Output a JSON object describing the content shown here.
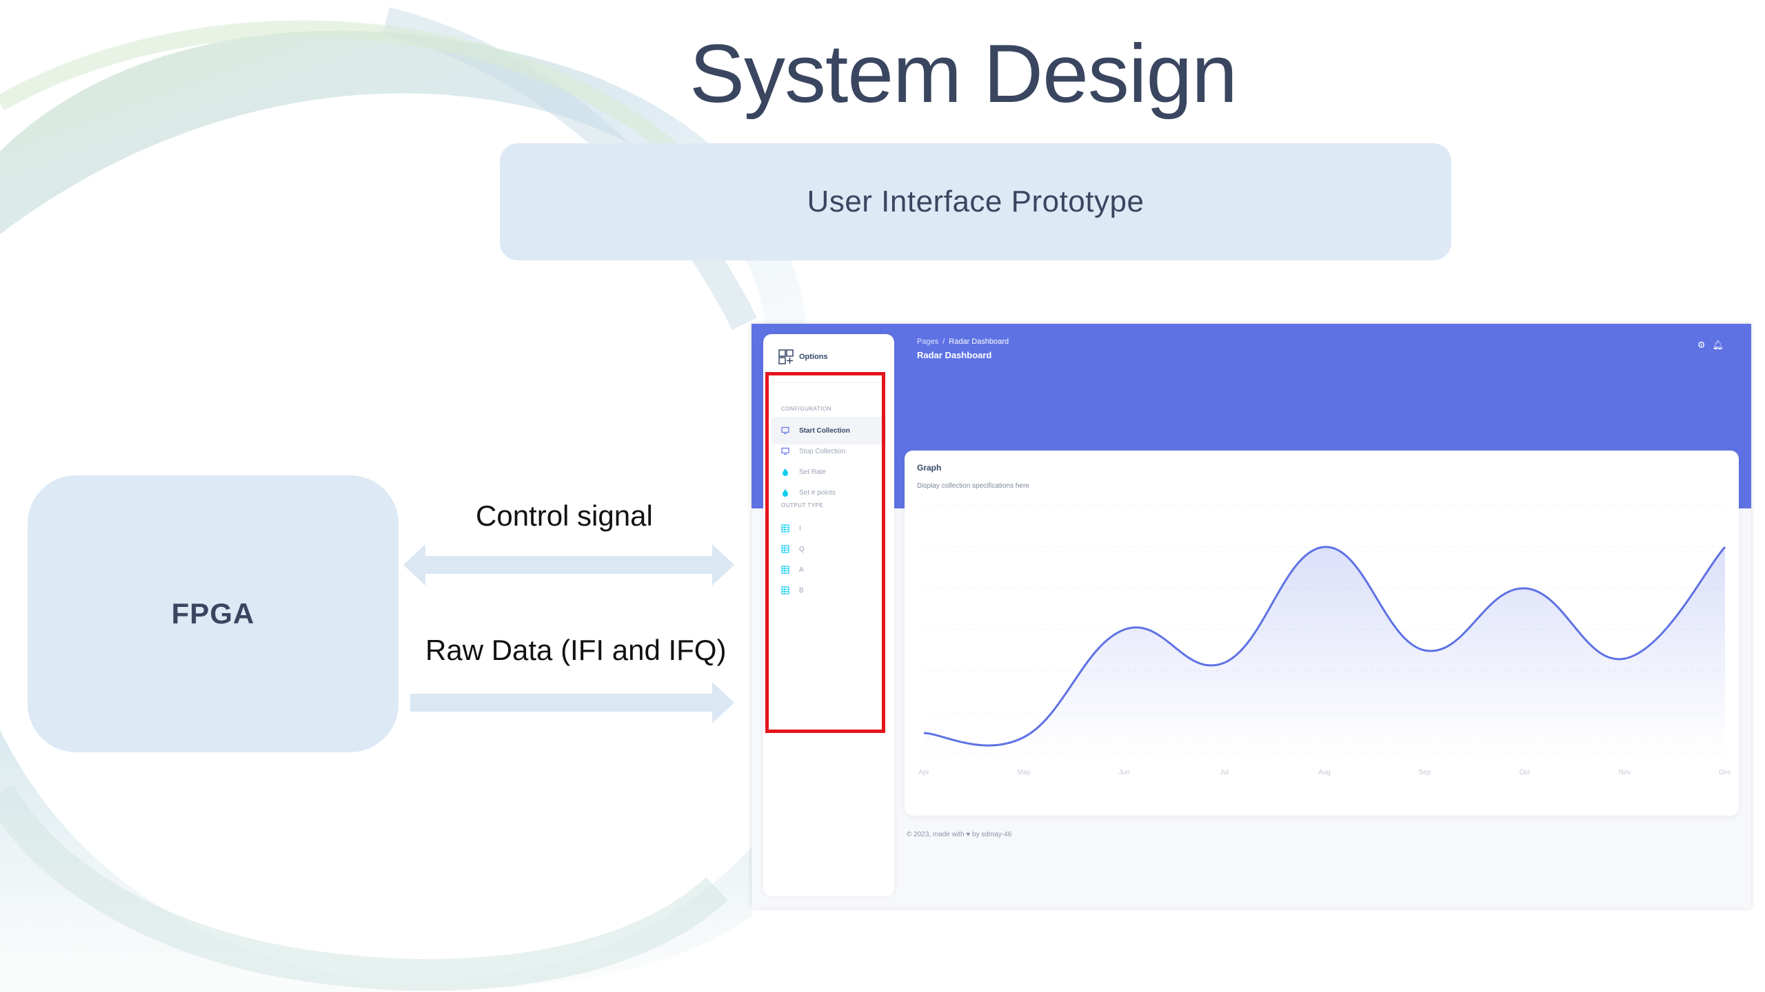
{
  "slide": {
    "title": "System Design",
    "subtitle": "User Interface Prototype",
    "fpga_label": "FPGA",
    "control_label": "Control signal",
    "raw_label": "Raw Data (IFI and IFQ)"
  },
  "dashboard": {
    "breadcrumb": {
      "parent": "Pages",
      "separator": "/",
      "current": "Radar Dashboard"
    },
    "title": "Radar Dashboard",
    "header_icons": [
      "gear-icon",
      "bell-icon"
    ],
    "sidebar": {
      "brand_icon": "grid-icon",
      "brand_label": "Options",
      "config_header": "CONFIGURATION",
      "config_items": [
        {
          "label": "Start Collection",
          "icon": "monitor-icon",
          "active": true
        },
        {
          "label": "Stop Collection",
          "icon": "monitor-icon",
          "active": false
        },
        {
          "label": "Set Rate",
          "icon": "drop-icon",
          "active": false
        },
        {
          "label": "Set # points",
          "icon": "drop-icon",
          "active": false
        }
      ],
      "output_header": "OUTPUT TYPE",
      "output_items": [
        {
          "label": "I",
          "icon": "table-icon"
        },
        {
          "label": "Q",
          "icon": "table-icon"
        },
        {
          "label": "A",
          "icon": "table-icon"
        },
        {
          "label": "B",
          "icon": "table-icon"
        }
      ]
    },
    "card": {
      "title": "Graph",
      "description": "Display collection specifications here"
    },
    "footer": "© 2023, made with ♥ by sdmay-46",
    "colors": {
      "header": "#5e72e4",
      "line": "#5e72e4",
      "highlight": "#e3151b"
    }
  },
  "chart_data": {
    "type": "area",
    "categories": [
      "Apr",
      "May",
      "Jun",
      "Jul",
      "Aug",
      "Sep",
      "Oct",
      "Nov",
      "Dec"
    ],
    "values": [
      50,
      40,
      300,
      220,
      500,
      250,
      400,
      230,
      500
    ],
    "ylim": [
      0,
      600
    ],
    "grid": true,
    "legend": "none"
  }
}
